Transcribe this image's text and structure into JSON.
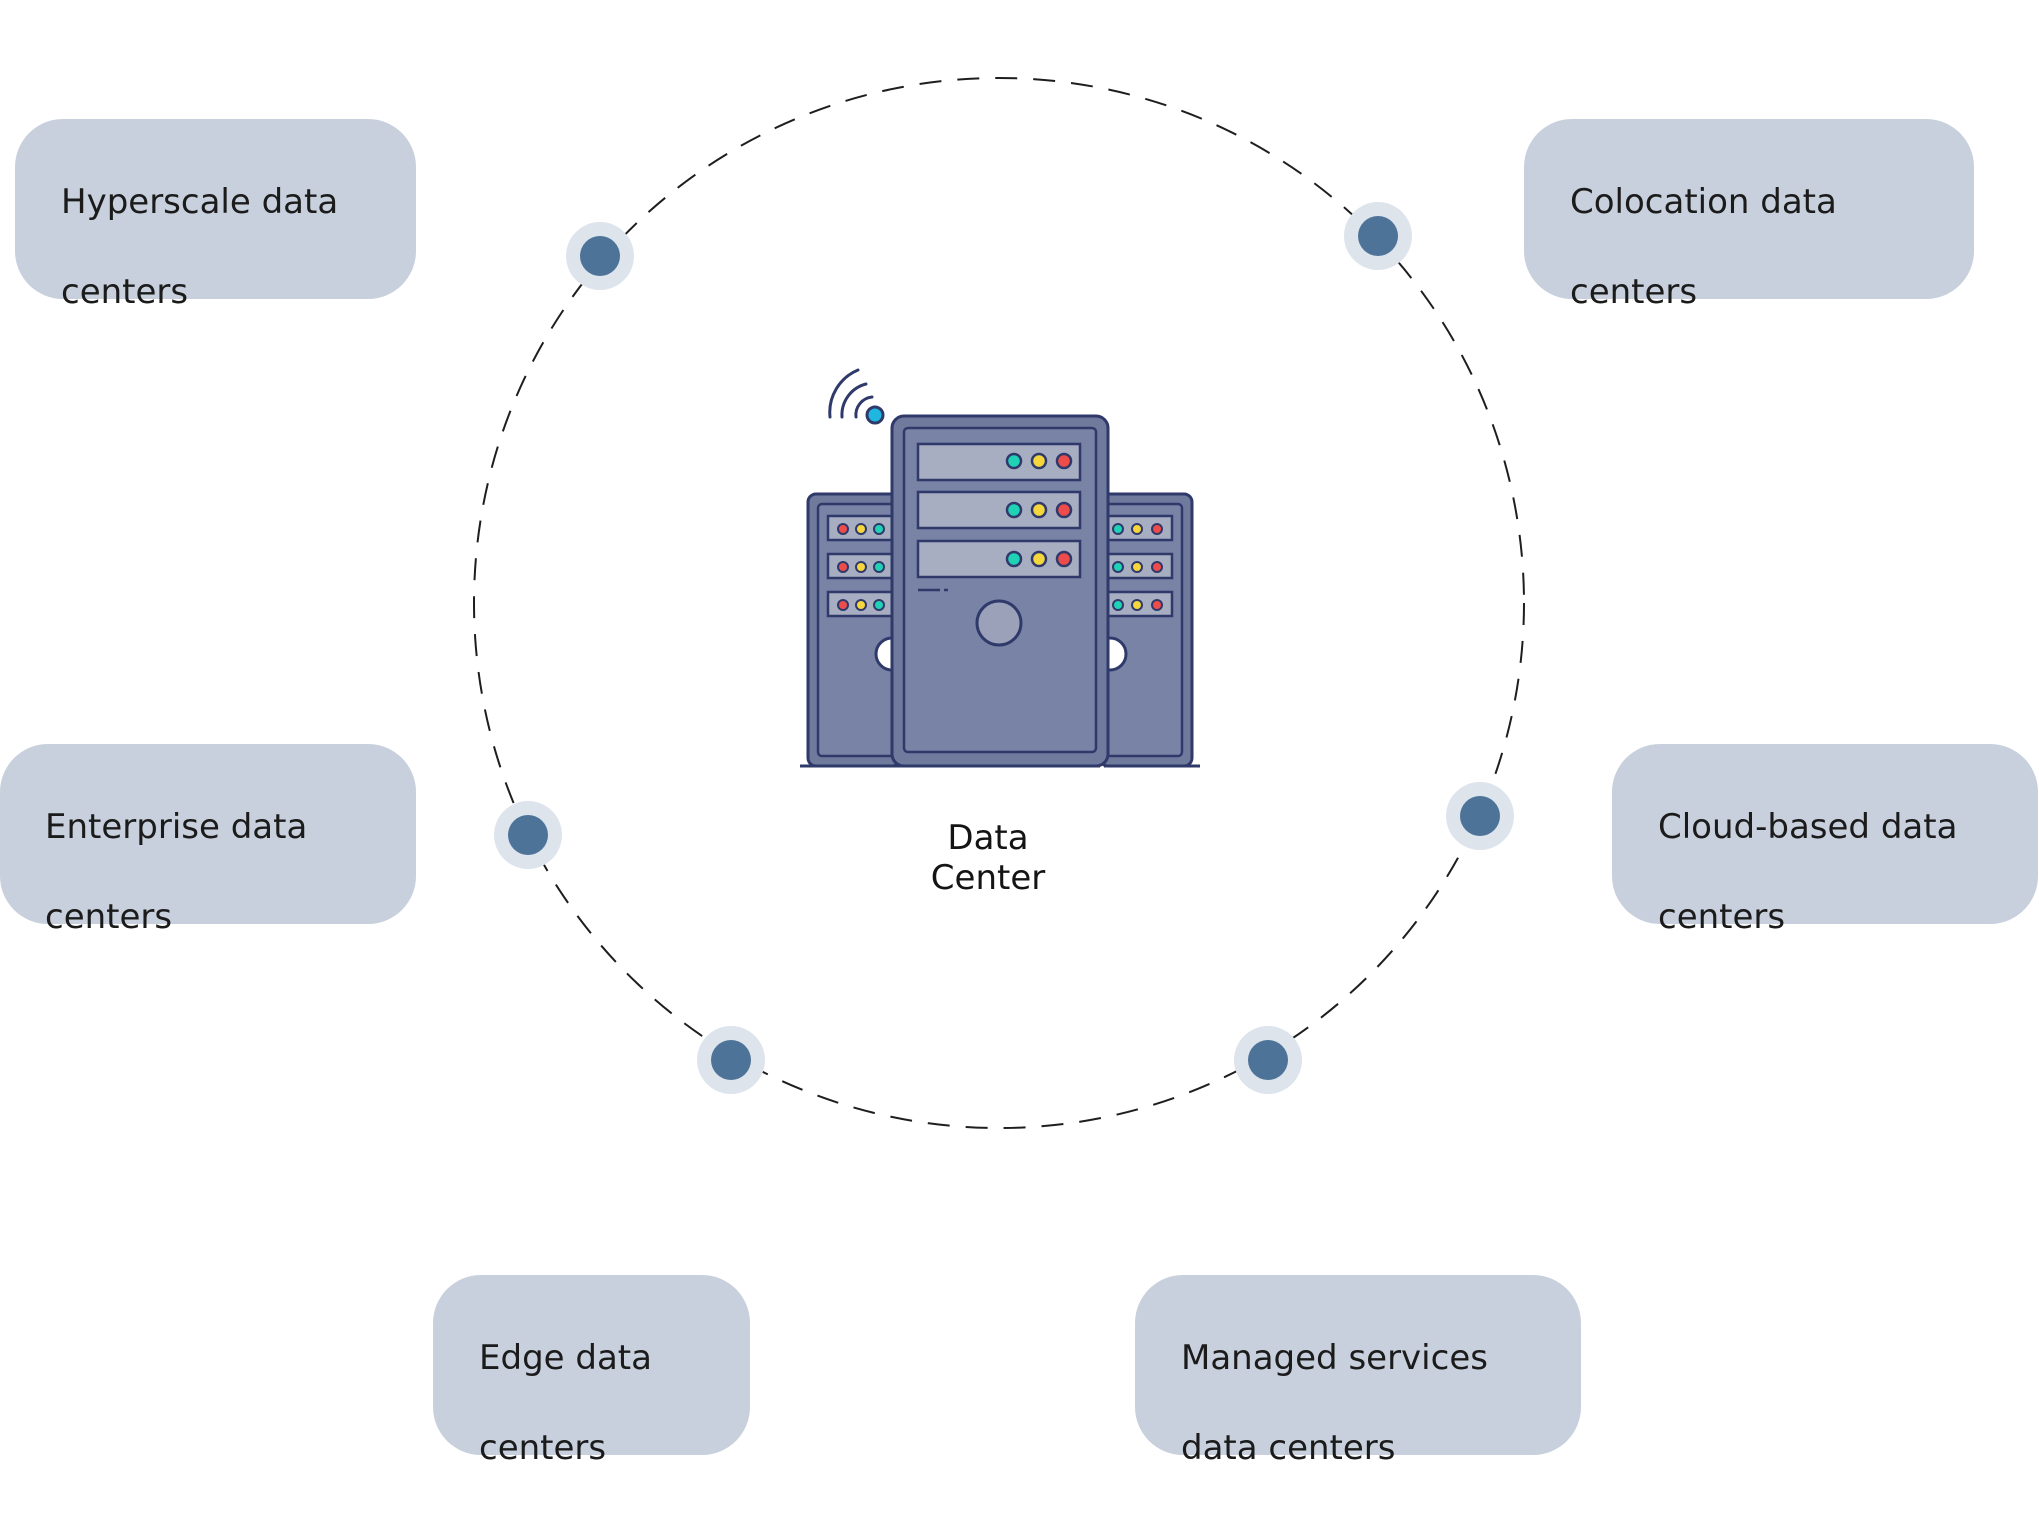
{
  "center": {
    "caption": "Data Center",
    "icon": "server-rack-icon"
  },
  "data_center_types": [
    {
      "id": "hyperscale",
      "label": "Hyperscale data\ncenters"
    },
    {
      "id": "colocation",
      "label": "Colocation data\ncenters"
    },
    {
      "id": "enterprise",
      "label": "Enterprise data\ncenters"
    },
    {
      "id": "cloud-based",
      "label": "Cloud-based data\ncenters"
    },
    {
      "id": "edge",
      "label": "Edge data\ncenters"
    },
    {
      "id": "managed-services",
      "label": "Managed services\ndata centers"
    }
  ],
  "colors": {
    "box_fill": "#c7d0dc",
    "node_fill": "#4d7399",
    "node_halo": "#dde4ec",
    "ring_stroke": "#1e1e1e",
    "server_body": "#6f7a9c",
    "server_outline": "#2f3a6b",
    "led_green": "#1fd1b5",
    "led_yellow": "#f5d63d",
    "led_red": "#ee4b4b",
    "wifi_dot": "#1fb6e0"
  }
}
